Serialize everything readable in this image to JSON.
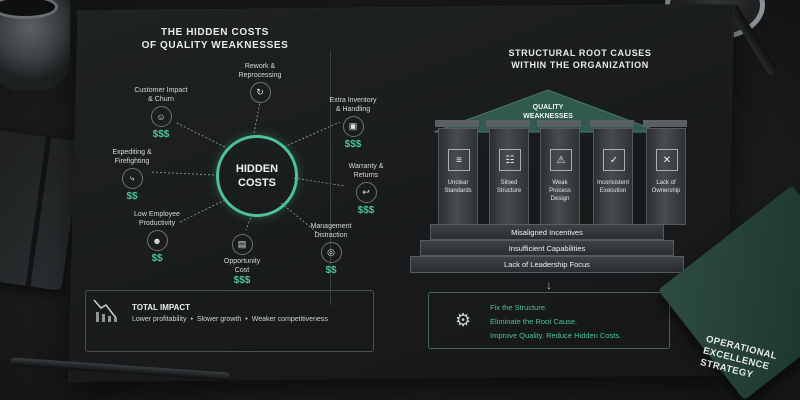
{
  "left_panel": {
    "title_line1": "THE HIDDEN COSTS",
    "title_line2": "OF QUALITY WEAKNESSES",
    "hub_line1": "HIDDEN",
    "hub_line2": "COSTS",
    "nodes": [
      {
        "label1": "Rework &",
        "label2": "Reprocessing",
        "icon": "refresh-icon",
        "usd": ""
      },
      {
        "label1": "Extra Inventory",
        "label2": "& Handling",
        "icon": "box-icon",
        "usd": "$$$"
      },
      {
        "label1": "Warranty &",
        "label2": "Returns",
        "icon": "return-icon",
        "usd": "$$$"
      },
      {
        "label1": "Management",
        "label2": "Distraction",
        "icon": "target-icon",
        "usd": "$$"
      },
      {
        "label1": "Opportunity",
        "label2": "Cost",
        "icon": "chart-icon",
        "usd": "$$$"
      },
      {
        "label1": "Low Employee",
        "label2": "Productivity",
        "icon": "person-icon",
        "usd": "$$"
      },
      {
        "label1": "Expediting &",
        "label2": "Firefighting",
        "icon": "lightning-icon",
        "usd": "$$"
      },
      {
        "label1": "Customer Impact",
        "label2": "& Churn",
        "icon": "people-icon",
        "usd": "$$$"
      }
    ],
    "total_impact": {
      "title": "TOTAL IMPACT",
      "items": [
        "Lower profitability",
        "Slower growth",
        "Weaker competitiveness"
      ]
    }
  },
  "right_panel": {
    "title_line1": "STRUCTURAL ROOT CAUSES",
    "title_line2": "WITHIN THE ORGANIZATION",
    "roof_line1": "QUALITY",
    "roof_line2": "WEAKNESSES",
    "pillars": [
      {
        "line1": "Unclear",
        "line2": "Standards",
        "line3": "",
        "icon": "sliders-icon"
      },
      {
        "line1": "Siloed",
        "line2": "Structure",
        "line3": "",
        "icon": "org-chart-icon"
      },
      {
        "line1": "Weak",
        "line2": "Process",
        "line3": "Design",
        "icon": "warning-icon"
      },
      {
        "line1": "Inconsistent",
        "line2": "Execution",
        "line3": "",
        "icon": "clipboard-icon"
      },
      {
        "line1": "Lack of",
        "line2": "Ownership",
        "line3": "",
        "icon": "x-circle-icon"
      }
    ],
    "steps": [
      "Misaligned Incentives",
      "Insufficient Capabilities",
      "Lack of Leadership Focus"
    ],
    "fix": {
      "line1": "Fix the Structure.",
      "line2": "Eliminate the Root Cause.",
      "line3": "Improve Quality. Reduce Hidden Costs."
    }
  },
  "book": {
    "line1": "OPERATIONAL",
    "line2": "EXCELLENCE",
    "line3": "STRATEGY"
  },
  "colors": {
    "accent": "#4ec395",
    "background": "#1a1c1d",
    "poster": "#1f2223",
    "book": "#2e4c43"
  }
}
